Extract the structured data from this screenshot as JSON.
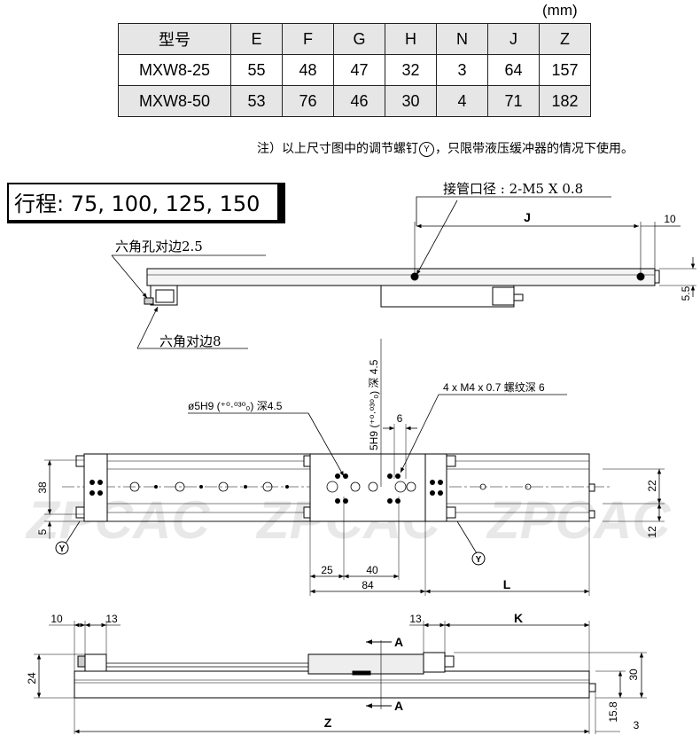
{
  "table": {
    "unit": "(mm)",
    "headers": [
      "型号",
      "E",
      "F",
      "G",
      "H",
      "N",
      "J",
      "Z"
    ],
    "rows": [
      [
        "MXW8-25",
        "55",
        "48",
        "47",
        "32",
        "3",
        "64",
        "157"
      ],
      [
        "MXW8-50",
        "53",
        "76",
        "46",
        "30",
        "4",
        "71",
        "182"
      ]
    ]
  },
  "note": {
    "before": "注）以上尺寸图中的调节螺钉",
    "symbol": "Y",
    "after": "，只限带液压缓冲器的情况下使用。"
  },
  "stroke_label": "行程: 75, 100, 125, 150",
  "callouts": {
    "port": "接管口径 : 2-M5 X 0.8",
    "hex_hole": "六角孔对边2.5",
    "hex_flat": "六角对边8",
    "pin_hole": "ø5H9 (⁺⁰·⁰³⁰₀) 深4.5",
    "slot": "5H9 (⁺⁰·⁰³⁰₀) 深 4.5",
    "tap": "4 x M4 x 0.7  螺纹深 6",
    "y_symbol": "Y",
    "section_mark": "A",
    "watermark": "ZPCAC"
  },
  "dims": {
    "top_J": "J",
    "top_10": "10",
    "top_5_5": "5.5",
    "mid_38": "38",
    "mid_5": "5",
    "mid_6": "6",
    "mid_22": "22",
    "mid_12": "12",
    "mid_25": "25",
    "mid_40": "40",
    "mid_84": "84",
    "mid_L": "L",
    "bot_10": "10",
    "bot_13a": "13",
    "bot_13b": "13",
    "bot_K": "K",
    "bot_24": "24",
    "bot_30": "30",
    "bot_15_8": "15.8",
    "bot_Z": "Z",
    "bot_3": "3"
  }
}
